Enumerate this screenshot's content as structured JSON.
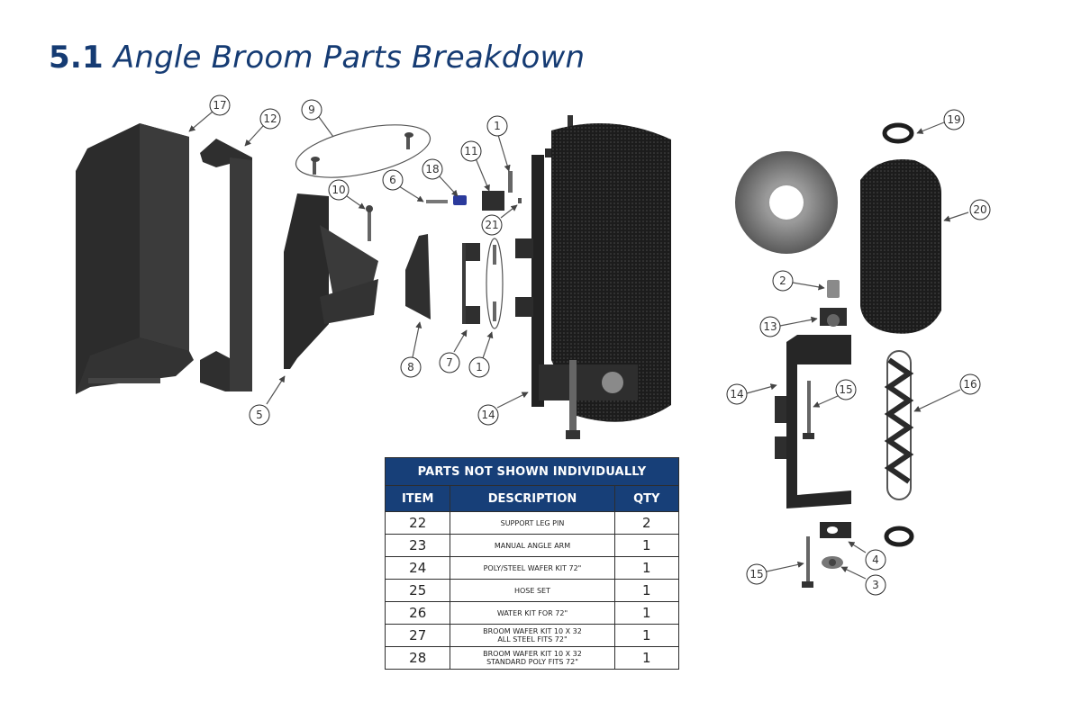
{
  "header": {
    "section_number": "5.1",
    "title": "Angle Broom Parts Breakdown",
    "title_color": "#153b73"
  },
  "callouts": [
    {
      "id": "callout-17",
      "label": "17"
    },
    {
      "id": "callout-12",
      "label": "12"
    },
    {
      "id": "callout-9",
      "label": "9"
    },
    {
      "id": "callout-10",
      "label": "10"
    },
    {
      "id": "callout-6",
      "label": "6"
    },
    {
      "id": "callout-18",
      "label": "18"
    },
    {
      "id": "callout-11",
      "label": "11"
    },
    {
      "id": "callout-1-top",
      "label": "1"
    },
    {
      "id": "callout-21",
      "label": "21"
    },
    {
      "id": "callout-8",
      "label": "8"
    },
    {
      "id": "callout-7",
      "label": "7"
    },
    {
      "id": "callout-1-bottom",
      "label": "1"
    },
    {
      "id": "callout-14-left",
      "label": "14"
    },
    {
      "id": "callout-5",
      "label": "5"
    },
    {
      "id": "callout-19",
      "label": "19"
    },
    {
      "id": "callout-20",
      "label": "20"
    },
    {
      "id": "callout-2",
      "label": "2"
    },
    {
      "id": "callout-13",
      "label": "13"
    },
    {
      "id": "callout-14-right",
      "label": "14"
    },
    {
      "id": "callout-15-upper",
      "label": "15"
    },
    {
      "id": "callout-16",
      "label": "16"
    },
    {
      "id": "callout-4",
      "label": "4"
    },
    {
      "id": "callout-3",
      "label": "3"
    },
    {
      "id": "callout-15-lower",
      "label": "15"
    }
  ],
  "parts_table": {
    "caption": "PARTS NOT SHOWN INDIVIDUALLY",
    "header_color": "#173f78",
    "columns": [
      "ITEM",
      "DESCRIPTION",
      "QTY"
    ],
    "rows": [
      {
        "item": "22",
        "description": "SUPPORT LEG PIN",
        "qty": "2"
      },
      {
        "item": "23",
        "description": "MANUAL ANGLE ARM",
        "qty": "1"
      },
      {
        "item": "24",
        "description": "POLY/STEEL WAFER KIT 72\"",
        "qty": "1"
      },
      {
        "item": "25",
        "description": "HOSE SET",
        "qty": "1"
      },
      {
        "item": "26",
        "description": "WATER KIT FOR 72\"",
        "qty": "1"
      },
      {
        "item": "27",
        "description": "BROOM WAFER KIT 10 X 32\nALL STEEL FITS 72\"",
        "qty": "1"
      },
      {
        "item": "28",
        "description": "BROOM WAFER KIT 10 X 32\nSTANDARD POLY FITS 72\"",
        "qty": "1"
      }
    ]
  }
}
